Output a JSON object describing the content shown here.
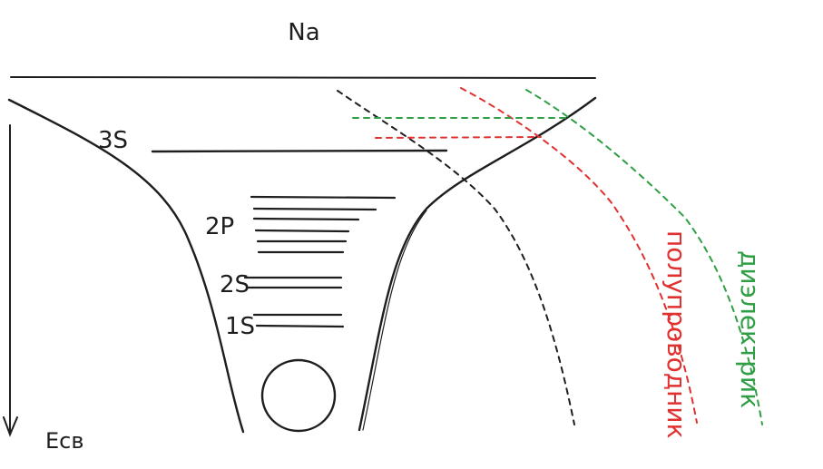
{
  "title": "Na",
  "levels": {
    "s3": "3S",
    "p2": "2P",
    "s2": "2S",
    "s1": "1S"
  },
  "axis": {
    "label": "Eсв"
  },
  "curves": {
    "semiconductor": {
      "label": "полупроводник",
      "color": "#e03131"
    },
    "dielectric": {
      "label": "диэлектрик",
      "color": "#2f9e44"
    }
  },
  "colors": {
    "ink": "#1e1e1e",
    "background": "#ffffff"
  }
}
